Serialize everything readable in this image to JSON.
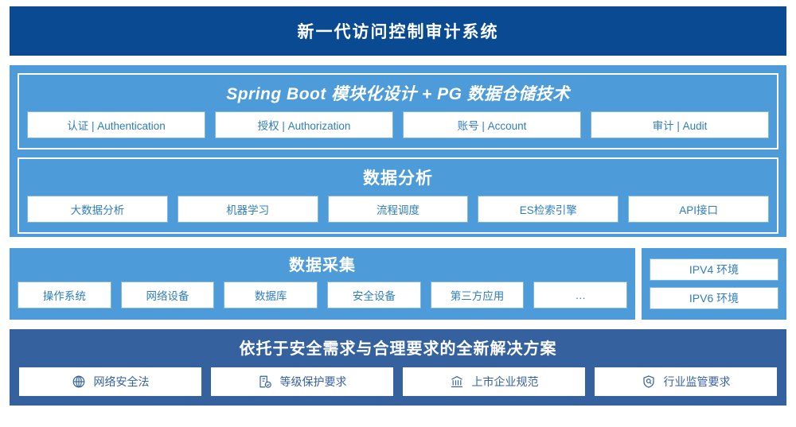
{
  "header": {
    "title": "新一代访问控制审计系统"
  },
  "application_layer": {
    "title": "Spring Boot 模块化设计 + PG 数据仓储技术",
    "cards": [
      "认证 | Authentication",
      "授权 | Authorization",
      "账号 | Account",
      "审计 | Audit"
    ]
  },
  "analysis_layer": {
    "title": "数据分析",
    "cards": [
      "大数据分析",
      "机器学习",
      "流程调度",
      "ES检索引擎",
      "API接口"
    ]
  },
  "collection_layer": {
    "title": "数据采集",
    "cards": [
      "操作系统",
      "网络设备",
      "数据库",
      "安全设备",
      "第三方应用",
      "…"
    ]
  },
  "environment_panel": {
    "cards": [
      "IPV4 环境",
      "IPV6 环境"
    ]
  },
  "solution_layer": {
    "title": "依托于安全需求与合理要求的全新解决方案",
    "cards": [
      {
        "label": "网络安全法",
        "icon": "globe-icon"
      },
      {
        "label": "等级保护要求",
        "icon": "document-check-icon"
      },
      {
        "label": "上市企业规范",
        "icon": "bank-icon"
      },
      {
        "label": "行业监管要求",
        "icon": "shield-search-icon"
      }
    ]
  },
  "colors": {
    "header_blue": "#0a4a93",
    "panel_blue": "#4d9cd9",
    "solution_blue": "#35629f",
    "card_text_blue": "#2f7dbd",
    "card_white": "#ffffff"
  }
}
